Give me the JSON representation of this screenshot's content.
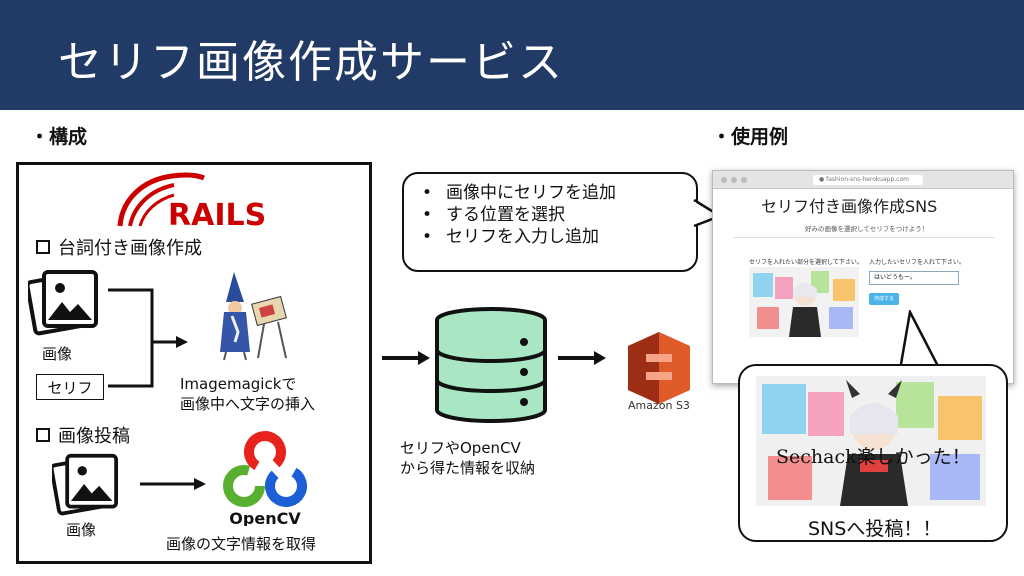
{
  "slide": {
    "title": "セリフ画像作成サービス",
    "section_architecture": "・構成",
    "section_usage": "・使用例"
  },
  "architecture": {
    "logo_text": "RAILS",
    "feature1": "台詞付き画像作成",
    "feature2": "画像投稿",
    "image_label_1": "画像",
    "serif_label": "セリフ",
    "imagemagick_line1": "Imagemagickで",
    "imagemagick_line2": "画像中へ文字の挿入",
    "image_label_2": "画像",
    "opencv_logo_text": "OpenCV",
    "opencv_caption": "画像の文字情報を取得"
  },
  "bubble": {
    "items": [
      "画像中にセリフを追加",
      "する位置を選択",
      "セリフを入力し追加"
    ]
  },
  "storage": {
    "caption_line1": "セリフやOpenCV",
    "caption_line2": "から得た情報を収納",
    "s3_label": "Amazon S3"
  },
  "browser": {
    "url": "● fashion-sns-herokuapp.com",
    "page_title": "セリフ付き画像作成SNS",
    "page_subtitle": "好みの画像を選択してセリフをつけよう！",
    "col1": "セリフを入れたい部分を選択して下さい。",
    "col2": "入力したいセリフを入れて下さい。",
    "input_value": "はいどうもー。",
    "button": "作成する"
  },
  "callout": {
    "image_text": "Sechack楽しかった！",
    "caption": "SNSへ投稿！！"
  },
  "colors": {
    "header_bg": "#223a66",
    "rails_red": "#cc0000",
    "db_green": "#a8e6c4",
    "s3_orange": "#e05b2a"
  }
}
